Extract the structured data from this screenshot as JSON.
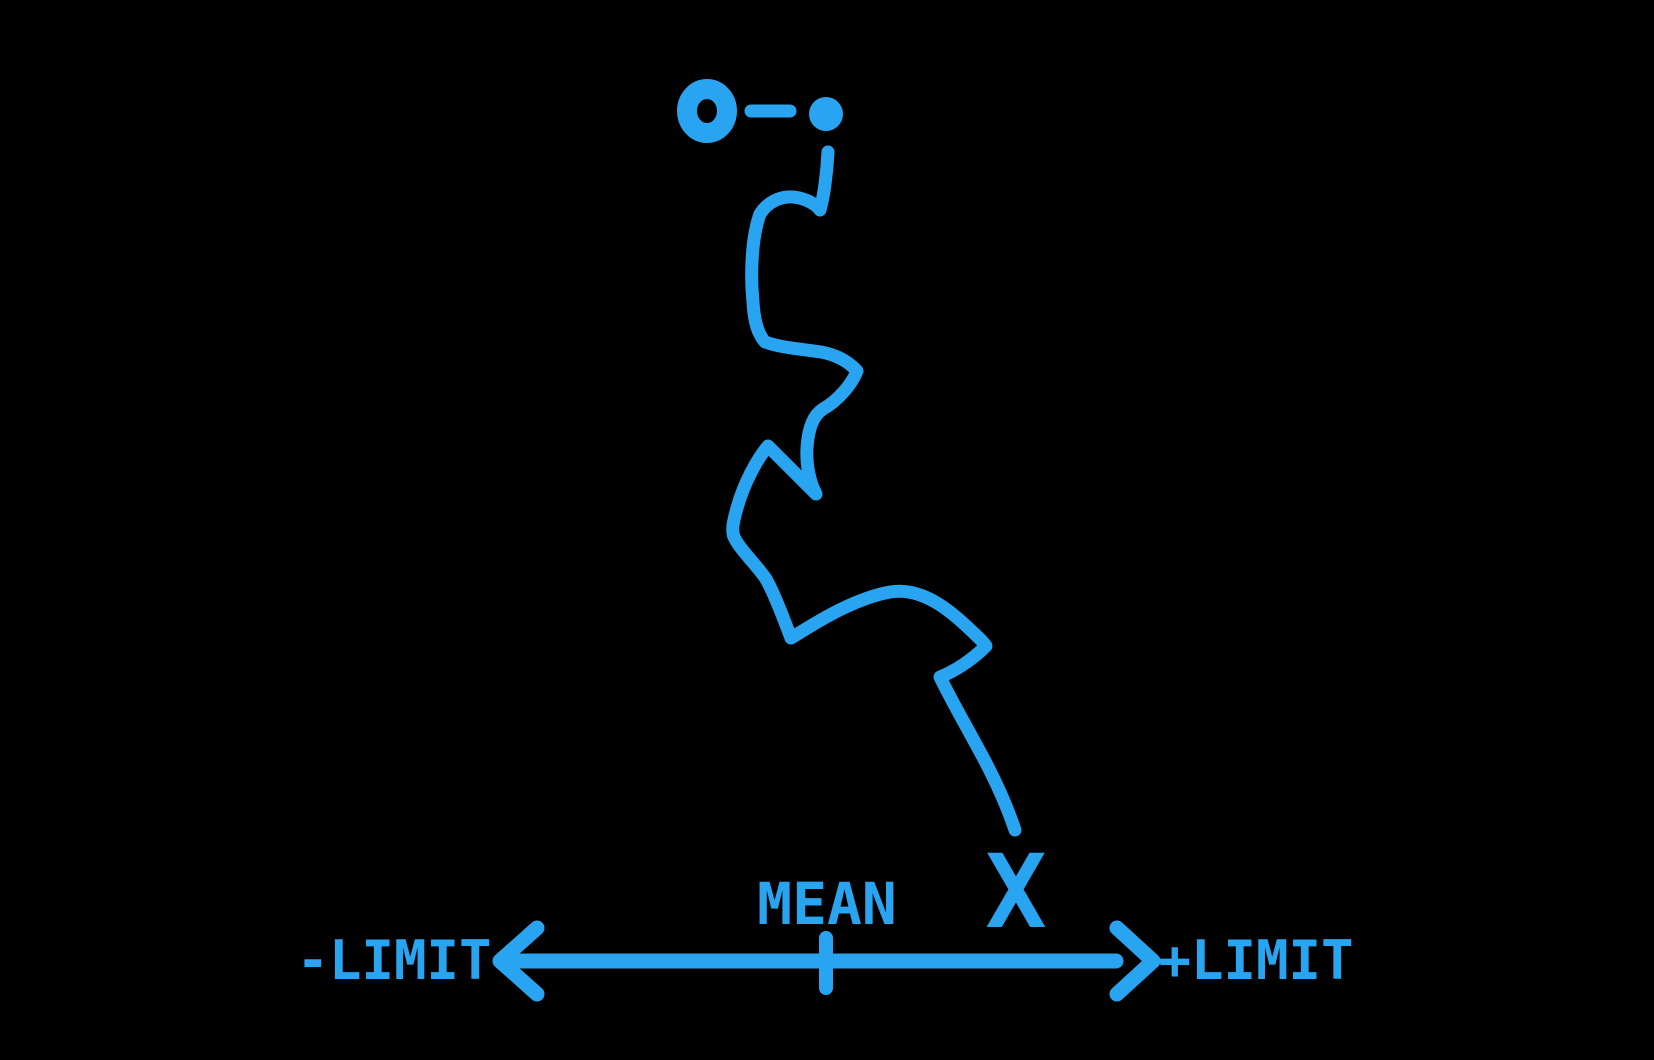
{
  "canvas": {
    "background": "#000000",
    "accent": "#29A4F1"
  },
  "markers": {
    "origin_symbol": "O",
    "origin_icon": "circle-outline-icon",
    "connector_icon": "dash-icon",
    "start_point_icon": "dot-icon"
  },
  "labels": {
    "mean": "MEAN",
    "sample": "X",
    "negative_limit": "-LIMIT",
    "positive_limit": "+LIMIT"
  }
}
